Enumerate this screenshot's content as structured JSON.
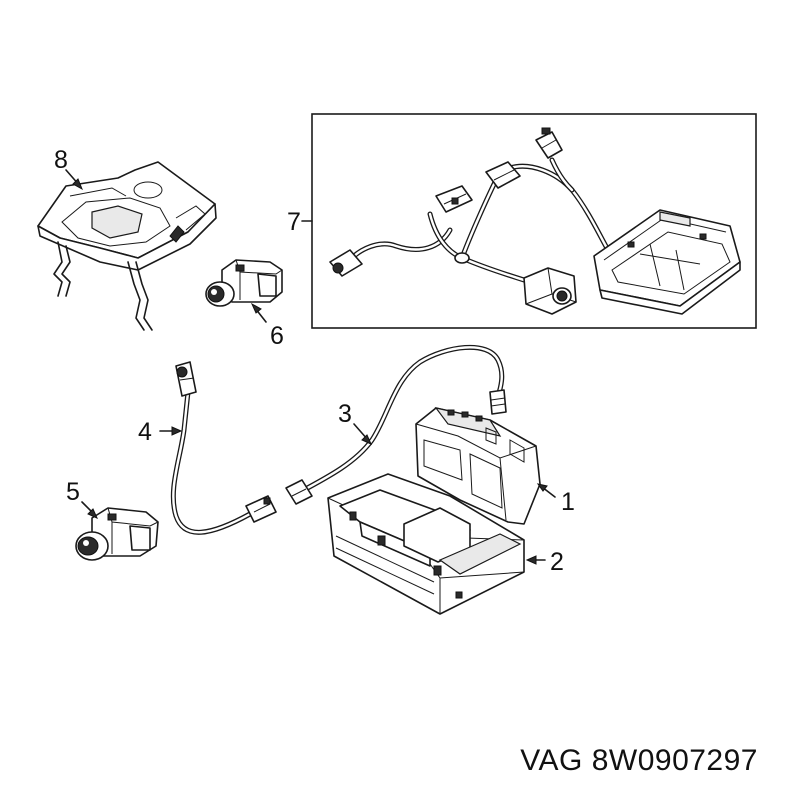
{
  "callouts": {
    "c1": "1",
    "c2": "2",
    "c3": "3",
    "c4": "4",
    "c5": "5",
    "c6": "6",
    "c7": "7",
    "c8": "8"
  },
  "parts": [
    {
      "callout": "1",
      "icon": "control-module"
    },
    {
      "callout": "2",
      "icon": "bracket"
    },
    {
      "callout": "3",
      "icon": "wire-harness"
    },
    {
      "callout": "4",
      "icon": "camera-cable"
    },
    {
      "callout": "5",
      "icon": "front-camera"
    },
    {
      "callout": "6",
      "icon": "side-camera"
    },
    {
      "callout": "7",
      "icon": "rear-camera-assembly"
    },
    {
      "callout": "8",
      "icon": "camera-housing"
    }
  ],
  "part_number": "VAG 8W0907297"
}
